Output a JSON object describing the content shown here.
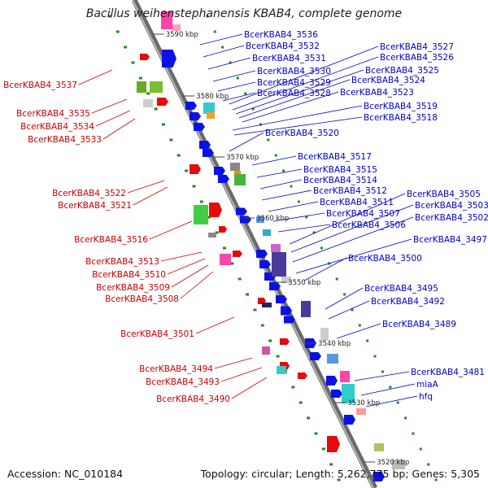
{
  "title": "Bacillus weihenstephanensis KBAB4, complete genome",
  "footer": {
    "accession": "Accession: NC_010184",
    "topology": "Topology: circular; Length: 5,262,775 bp; Genes: 5,305"
  },
  "colors": {
    "plus_strand_label": "#0000cc",
    "minus_strand_label": "#cc0000",
    "backbone": "#888888",
    "dots": "#228b22",
    "blue_gene": "#0a12e6",
    "red_gene": "#e60a0a"
  },
  "ticks": [
    "3590 kbp",
    "3580 kbp",
    "3570 kbp",
    "3560 kbp",
    "3550 kbp",
    "3540 kbp",
    "3530 kbp",
    "3520 kbp"
  ],
  "right_labels": [
    "BcerKBAB4_3536",
    "BcerKBAB4_3532",
    "BcerKBAB4_3531",
    "BcerKBAB4_3530",
    "BcerKBAB4_3529",
    "BcerKBAB4_3528",
    "BcerKBAB4_3527",
    "BcerKBAB4_3526",
    "BcerKBAB4_3525",
    "BcerKBAB4_3524",
    "BcerKBAB4_3523",
    "BcerKBAB4_3519",
    "BcerKBAB4_3518",
    "BcerKBAB4_3520",
    "BcerKBAB4_3517",
    "BcerKBAB4_3515",
    "BcerKBAB4_3514",
    "BcerKBAB4_3512",
    "BcerKBAB4_3511",
    "BcerKBAB4_3507",
    "BcerKBAB4_3506",
    "BcerKBAB4_3505",
    "BcerKBAB4_3503",
    "BcerKBAB4_3502",
    "BcerKBAB4_3497",
    "BcerKBAB4_3500",
    "BcerKBAB4_3495",
    "BcerKBAB4_3492",
    "BcerKBAB4_3489",
    "BcerKBAB4_3481",
    "miaA",
    "hfq"
  ],
  "left_labels": [
    "BcerKBAB4_3537",
    "BcerKBAB4_3535",
    "BcerKBAB4_3534",
    "BcerKBAB4_3533",
    "BcerKBAB4_3522",
    "BcerKBAB4_3521",
    "BcerKBAB4_3516",
    "BcerKBAB4_3513",
    "BcerKBAB4_3510",
    "BcerKBAB4_3509",
    "BcerKBAB4_3508",
    "BcerKBAB4_3501",
    "BcerKBAB4_3494",
    "BcerKBAB4_3493",
    "BcerKBAB4_3490"
  ]
}
